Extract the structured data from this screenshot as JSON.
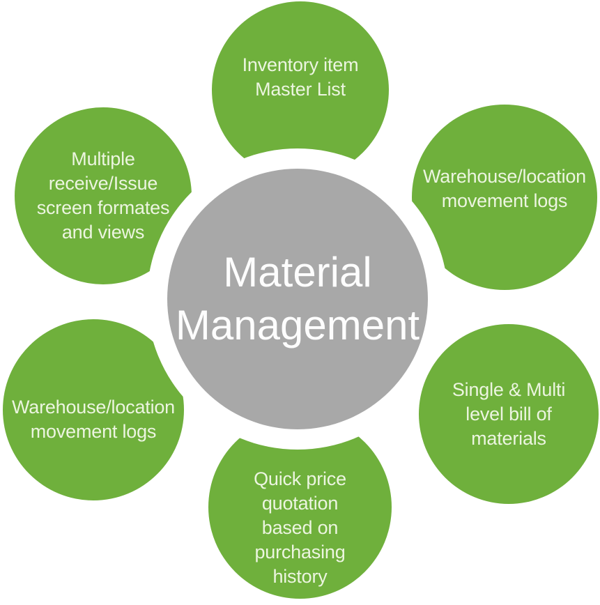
{
  "diagram": {
    "center": {
      "title_lines": [
        "Material",
        "Management"
      ]
    },
    "bubbles": [
      {
        "id": "inventory-item-master-list",
        "lines": [
          "Inventory item",
          "Master List"
        ]
      },
      {
        "id": "multiple-receive-issue-screens",
        "lines": [
          "Multiple receive/Issue",
          "screen formates",
          "and views"
        ]
      },
      {
        "id": "warehouse-location-movement-logs-top",
        "lines": [
          "Warehouse/location",
          "movement logs"
        ]
      },
      {
        "id": "warehouse-location-movement-logs-bottom",
        "lines": [
          "Warehouse/location",
          "movement logs"
        ]
      },
      {
        "id": "single-multi-level-bill-of-materials",
        "lines": [
          "Single & Multi",
          "level bill of",
          "materials"
        ]
      },
      {
        "id": "quick-price-quotation",
        "lines": [
          "Quick price",
          "quotation",
          "based on",
          "purchasing",
          "history"
        ]
      }
    ],
    "colors": {
      "bubble_green": "#6fb03c",
      "center_gray": "#a8a8a8",
      "bubble_text": "#ecf5e0",
      "center_text": "#fdfdfd",
      "background": "#ffffff"
    }
  }
}
